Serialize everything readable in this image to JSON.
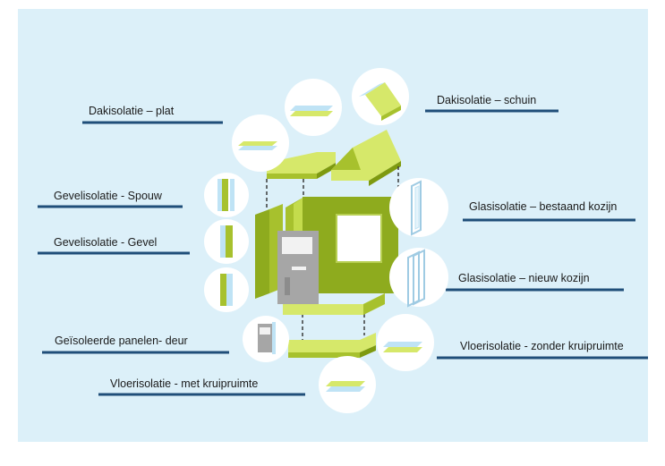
{
  "labels": {
    "dak_plat": "Dakisolatie – plat",
    "dak_schuin": "Dakisolatie – schuin",
    "gevel_spouw": "Gevelisolatie - Spouw",
    "gevel_gevel": "Gevelisolatie - Gevel",
    "glas_bestaand": "Glasisolatie – bestaand kozijn",
    "glas_nieuw": "Glasisolatie – nieuw kozijn",
    "deur": "Geïsoleerde panelen- deur",
    "vloer_zonder": "Vloerisolatie - zonder kruipruimte",
    "vloer_met": "Vloerisolatie - met kruipruimte"
  },
  "colors": {
    "background": "#dcf0f9",
    "line": "#1f4e79",
    "green_light": "#d6e86a",
    "green_mid": "#a7c12d",
    "green_dark": "#7e9a10",
    "blue_light": "#bfe3f5",
    "grey": "#a6a6a6"
  },
  "icons": [
    "roof-flat-icon",
    "roof-pitched-icon",
    "cavity-wall-icon",
    "facade-wall-icon",
    "wall-panel-icon",
    "window-existing-icon",
    "window-new-icon",
    "door-panel-icon",
    "floor-no-crawl-icon",
    "floor-crawl-icon",
    "house-illustration"
  ]
}
